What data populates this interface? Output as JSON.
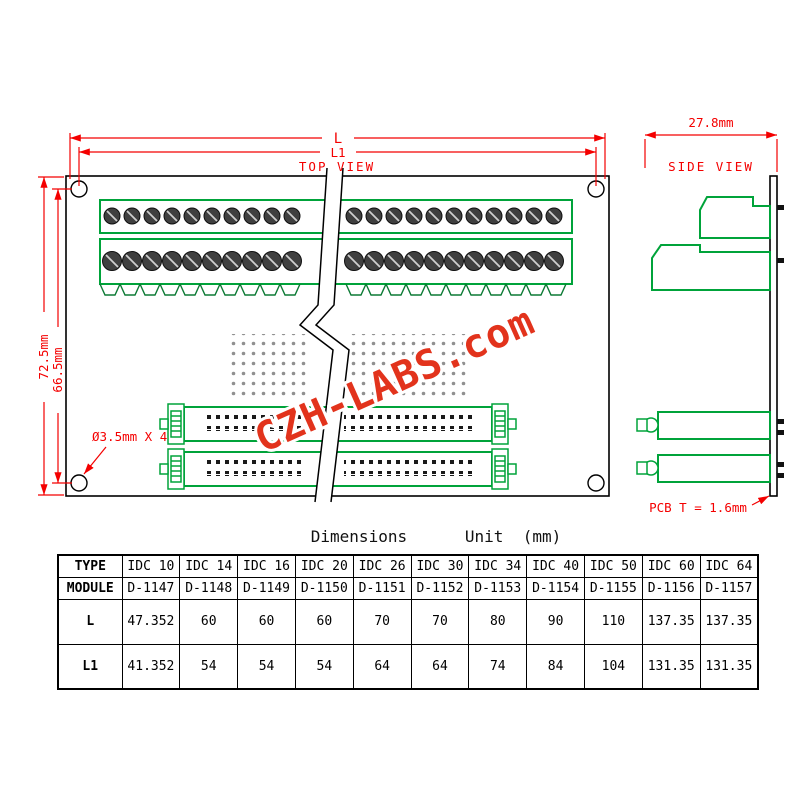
{
  "colors": {
    "drawing_green": "#00a33a",
    "dimension_red": "#f40000",
    "table_red": "#d10000",
    "watermark_red": "#e2331c",
    "outline_black": "#000000"
  },
  "drawing": {
    "top_view_label": "TOP VIEW",
    "side_view_label": "SIDE VIEW",
    "dim_L": "L",
    "dim_L1": "L1",
    "dim_board_height": "72.5mm",
    "dim_hole_span": "66.5mm",
    "dim_side_depth": "27.8mm",
    "hole_note": "Ø3.5mm X 4",
    "pcb_thickness_note": "PCB T = 1.6mm",
    "watermark": "CZH-LABS.com"
  },
  "table": {
    "caption": "Dimensions      Unit  (mm)",
    "row_headers": [
      "TYPE",
      "MODULE",
      "L",
      "L1"
    ],
    "columns": [
      {
        "type": "IDC 10",
        "module": "D-1147",
        "L": "47.352",
        "L1": "41.352",
        "accent": true
      },
      {
        "type": "IDC 14",
        "module": "D-1148",
        "L": "60",
        "L1": "54",
        "accent": false
      },
      {
        "type": "IDC 16",
        "module": "D-1149",
        "L": "60",
        "L1": "54",
        "accent": true
      },
      {
        "type": "IDC 20",
        "module": "D-1150",
        "L": "60",
        "L1": "54",
        "accent": false
      },
      {
        "type": "IDC 26",
        "module": "D-1151",
        "L": "70",
        "L1": "64",
        "accent": true
      },
      {
        "type": "IDC 30",
        "module": "D-1152",
        "L": "70",
        "L1": "64",
        "accent": false
      },
      {
        "type": "IDC 34",
        "module": "D-1153",
        "L": "80",
        "L1": "74",
        "accent": true
      },
      {
        "type": "IDC 40",
        "module": "D-1154",
        "L": "90",
        "L1": "84",
        "accent": false
      },
      {
        "type": "IDC 50",
        "module": "D-1155",
        "L": "110",
        "L1": "104",
        "accent": true
      },
      {
        "type": "IDC 60",
        "module": "D-1156",
        "L": "137.35",
        "L1": "131.35",
        "accent": false
      },
      {
        "type": "IDC 64",
        "module": "D-1157",
        "L": "137.35",
        "L1": "131.35",
        "accent": true
      }
    ]
  }
}
